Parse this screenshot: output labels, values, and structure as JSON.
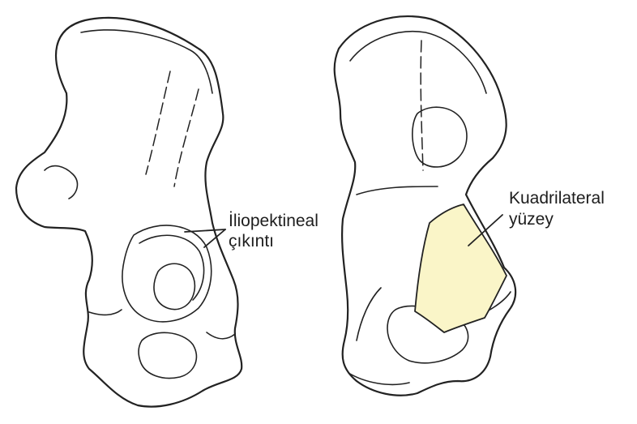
{
  "figure": {
    "left_bone": {
      "label_line1": "İliopektineal",
      "label_line2": "çıkıntı"
    },
    "right_bone": {
      "label_line1": "Kuadrilateral",
      "label_line2": "yüzey",
      "highlight_color": "#faf5c8"
    }
  }
}
